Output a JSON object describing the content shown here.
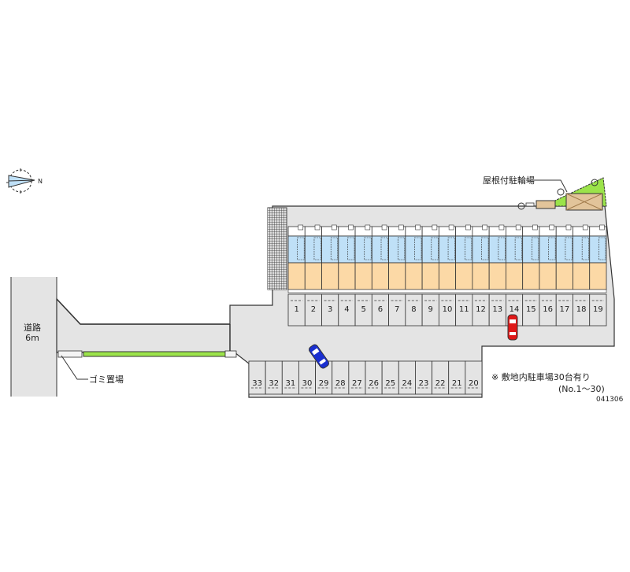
{
  "compass": {
    "north_label": "N",
    "icon": "compass-north-arrow-icon"
  },
  "road": {
    "name": "道路",
    "width": "6m"
  },
  "garbage_area": {
    "label": "ゴミ置場"
  },
  "bicycle_parking": {
    "label": "屋根付駐輪場"
  },
  "building": {
    "units_count": 19
  },
  "parking_top_row": [
    "1",
    "2",
    "3",
    "4",
    "5",
    "6",
    "7",
    "8",
    "9",
    "10",
    "11",
    "12",
    "13",
    "14",
    "15",
    "16",
    "17",
    "18",
    "19"
  ],
  "parking_bottom_row": [
    "33",
    "32",
    "31",
    "30",
    "29",
    "28",
    "27",
    "26",
    "25",
    "24",
    "23",
    "22",
    "21",
    "20"
  ],
  "vehicles": [
    {
      "name": "red-car",
      "color": "#e01818",
      "space": "14"
    },
    {
      "name": "blue-car",
      "color": "#1a2fd0",
      "space": "29"
    }
  ],
  "note": {
    "line1": "※ 敷地内駐車場30台有り",
    "line2": "(No.1〜30)"
  },
  "map_code": "041306",
  "colors": {
    "ground": "#e4e4e4",
    "road": "#e4e4e4",
    "greenery": "#9be34a",
    "room_blue": "#bfe0f7",
    "room_orange": "#fcd9a6",
    "bike_shed": "#e2c49a",
    "outline": "#333333"
  }
}
